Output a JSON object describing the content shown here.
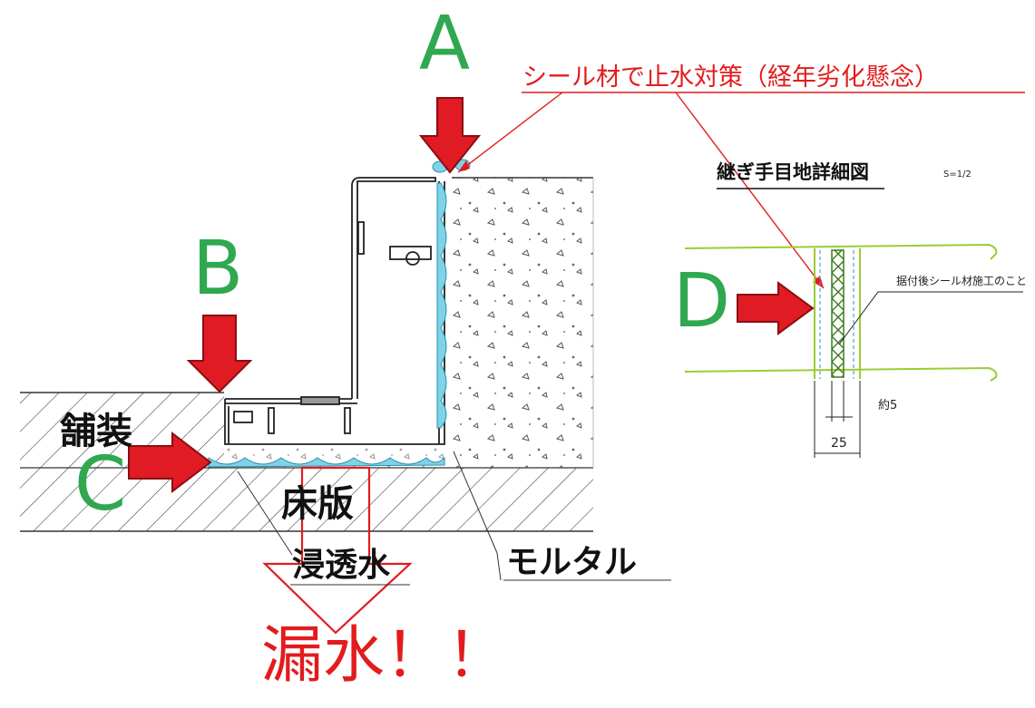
{
  "labels": {
    "point_a": "A",
    "point_b": "B",
    "point_c": "C",
    "point_d": "D",
    "seal_note": "シール材で止水対策（経年劣化懸念）",
    "detail_title": "継ぎ手目地詳細図",
    "scale": "S=1/2",
    "detail_note": "据付後シール材施工のこと",
    "dim_about5": "約5",
    "dim_25": "25",
    "paving": "舗装",
    "slab": "床版",
    "seepage": "浸透水",
    "mortar": "モルタル",
    "leak": "漏水！！"
  },
  "colors": {
    "arrow_red": "#e01b24",
    "arrow_outline": "#8a0d12",
    "letter_green": "#2fa84f",
    "note_red": "#e21c1c",
    "water_blue": "#7fd3e6",
    "detail_green": "#9acd32",
    "line_black": "#111111"
  }
}
